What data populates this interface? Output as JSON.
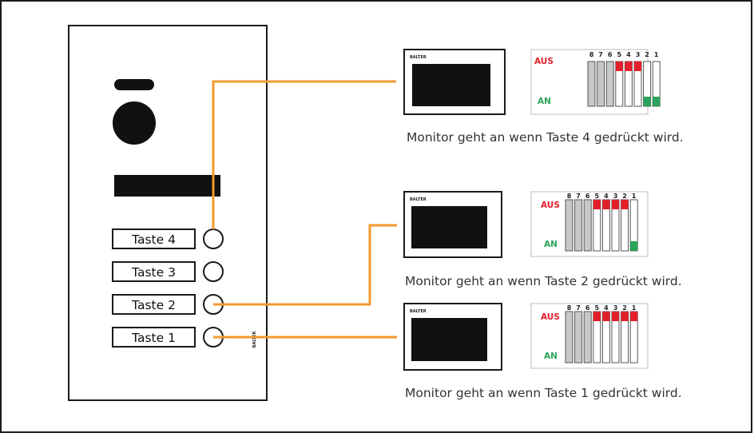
{
  "colors": {
    "wire": "#F39A2E",
    "off_red": "#E2202A",
    "on_green": "#2BA35A",
    "switch_grey": "#C8C8C8",
    "panel_black": "#111111",
    "aus_text": "#E2202A",
    "an_text": "#2BA35A"
  },
  "panel": {
    "brand": "BALTER",
    "buttons": [
      {
        "label": "Taste 4"
      },
      {
        "label": "Taste 3"
      },
      {
        "label": "Taste 2"
      },
      {
        "label": "Taste 1"
      }
    ]
  },
  "monitors": [
    {
      "brand": "BALTER",
      "caption": "Monitor geht an wenn Taste 4 gedrückt wird.",
      "dip": {
        "label_off": "AUS",
        "label_on": "AN",
        "numbers": [
          "8",
          "7",
          "6",
          "5",
          "4",
          "3",
          "2",
          "1"
        ],
        "states": [
          "grey",
          "grey",
          "grey",
          "off",
          "off",
          "off",
          "on",
          "on"
        ]
      }
    },
    {
      "brand": "BALTER",
      "caption": "Monitor geht an wenn Taste 2 gedrückt wird.",
      "dip": {
        "label_off": "AUS",
        "label_on": "AN",
        "numbers": [
          "8",
          "7",
          "6",
          "5",
          "4",
          "3",
          "2",
          "1"
        ],
        "states": [
          "grey",
          "grey",
          "grey",
          "off",
          "off",
          "off",
          "off",
          "on"
        ]
      }
    },
    {
      "brand": "BALTER",
      "caption": "Monitor geht an wenn Taste 1 gedrückt wird.",
      "dip": {
        "label_off": "AUS",
        "label_on": "AN",
        "numbers": [
          "8",
          "7",
          "6",
          "5",
          "4",
          "3",
          "2",
          "1"
        ],
        "states": [
          "grey",
          "grey",
          "grey",
          "off",
          "off",
          "off",
          "off",
          "off"
        ]
      }
    }
  ]
}
